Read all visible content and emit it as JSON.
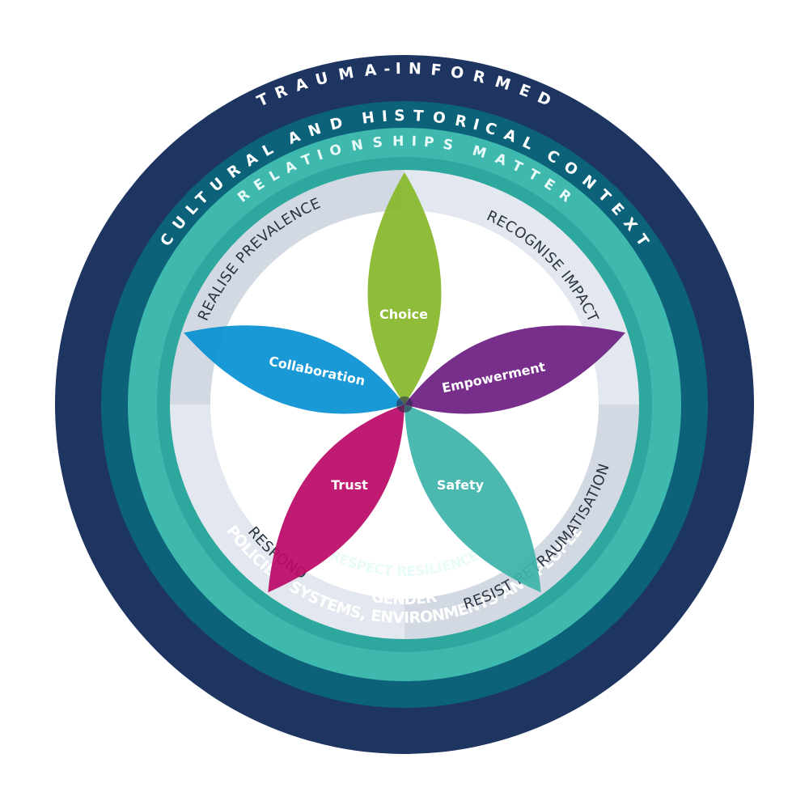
{
  "rings": {
    "outer_top": "TRAUMA-INFORMED",
    "outer_bottom": "POLICIES, SYSTEMS, ENVIRONMENTS AND PEOPLE",
    "context_top": "CULTURAL AND HISTORICAL CONTEXT",
    "context_bottom": "GENDER",
    "teal_top": "RELATIONSHIPS  MATTER",
    "teal_bottom": "RESPECT RESILIENCE"
  },
  "quadrants": {
    "top_left": "REALISE PREVALENCE",
    "top_right": "RECOGNISE IMPACT",
    "bottom_right": "RESIST RETRAUMATISATION",
    "bottom_left": "RESPOND"
  },
  "petals": {
    "choice": "Choice",
    "empowerment": "Empowerment",
    "safety": "Safety",
    "trust": "Trust",
    "collaboration": "Collaboration"
  },
  "colors": {
    "outer_ring": "#1e3461",
    "context_ring": "#0c6278",
    "teal_ring": "#3fb8ae",
    "quadrant_light": "#e3e7ef",
    "quadrant_dark": "#d3d9e3",
    "choice": "#86b82b",
    "empowerment": "#6e1f83",
    "safety": "#3db4aa",
    "trust": "#bb0a67",
    "collaboration": "#0791d2"
  }
}
